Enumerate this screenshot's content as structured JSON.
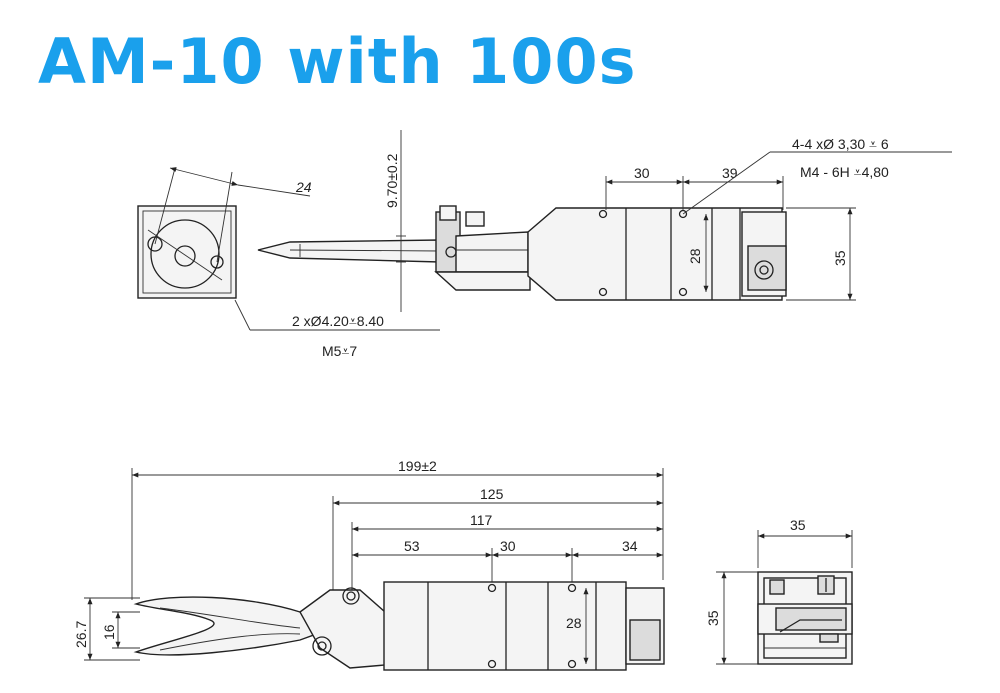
{
  "title": "AM-10 with 100s",
  "top_view": {
    "dim_9_70": "9.70±0.2",
    "dim_24": "24",
    "dim_30": "30",
    "dim_39": "39",
    "dim_28": "28",
    "dim_35": "35",
    "note_holes": "4-4 xØ 3,30 ⩡ 6",
    "note_thread": "M4 - 6H  ⩡4,80",
    "note_pins": "2 xØ4.20⩡8.40",
    "note_m5": "M5⩡7"
  },
  "side_view": {
    "dim_199": "199±2",
    "dim_125": "125",
    "dim_117": "117",
    "dim_53": "53",
    "dim_30": "30",
    "dim_34": "34",
    "dim_28": "28",
    "dim_26_7": "26.7",
    "dim_16": "16"
  },
  "end_view": {
    "dim_35_w": "35",
    "dim_35_h": "35"
  },
  "colors": {
    "title": "#1aa0ec",
    "line": "#222222"
  }
}
